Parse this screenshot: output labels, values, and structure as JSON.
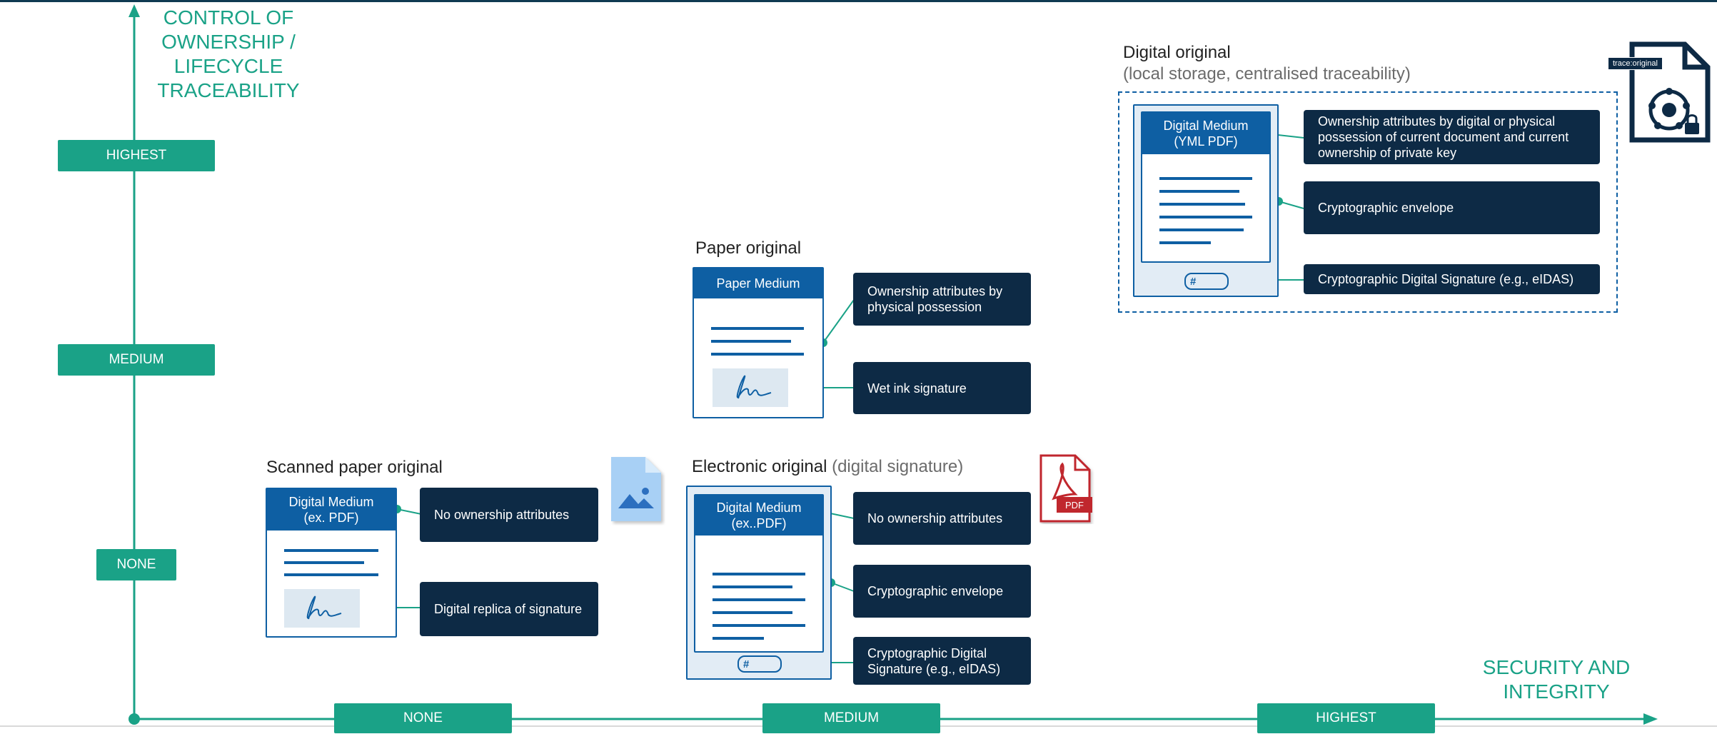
{
  "y_axis": {
    "title_lines": [
      "CONTROL OF",
      "OWNERSHIP /",
      "LIFECYCLE",
      "TRACEABILITY"
    ],
    "levels": [
      "HIGHEST",
      "MEDIUM",
      "NONE"
    ]
  },
  "x_axis": {
    "title_lines": [
      "SECURITY AND",
      "INTEGRITY"
    ],
    "levels": [
      "NONE",
      "MEDIUM",
      "HIGHEST"
    ]
  },
  "scanned": {
    "title": "Scanned paper original",
    "doc_header_lines": [
      "Digital Medium",
      "(ex. PDF)"
    ],
    "box1": "No ownership attributes",
    "box2": "Digital replica of signature",
    "icon": "image-file-icon"
  },
  "paper": {
    "title": "Paper original",
    "doc_header": "Paper Medium",
    "box1": "Ownership attributes by physical possession",
    "box2": "Wet ink signature"
  },
  "electronic": {
    "title": "Electronic original",
    "subtitle": "(digital signature)",
    "doc_header_lines": [
      "Digital Medium",
      "(ex..PDF)"
    ],
    "box1": "No ownership attributes",
    "box2": "Cryptographic envelope",
    "box3": "Cryptographic Digital Signature (e.g., eIDAS)",
    "hash_symbol": "#",
    "icon": "pdf-file-icon",
    "icon_label": "PDF"
  },
  "digital": {
    "title": "Digital original",
    "subtitle": "(local storage, centralised traceability)",
    "doc_header_lines": [
      "Digital Medium",
      "(YML PDF)"
    ],
    "box1": "Ownership attributes by digital or physical possession of current document and current ownership of private key",
    "box2": "Cryptographic envelope",
    "box3": "Cryptographic Digital Signature (e.g., eIDAS)",
    "hash_symbol": "#",
    "icon": "trace-original-file-icon",
    "icon_tag": "trace:original"
  },
  "colors": {
    "teal": "#1aa287",
    "navy": "#0d2a45",
    "blue": "#0e5fa3",
    "light_blue": "#e2ecf5"
  }
}
